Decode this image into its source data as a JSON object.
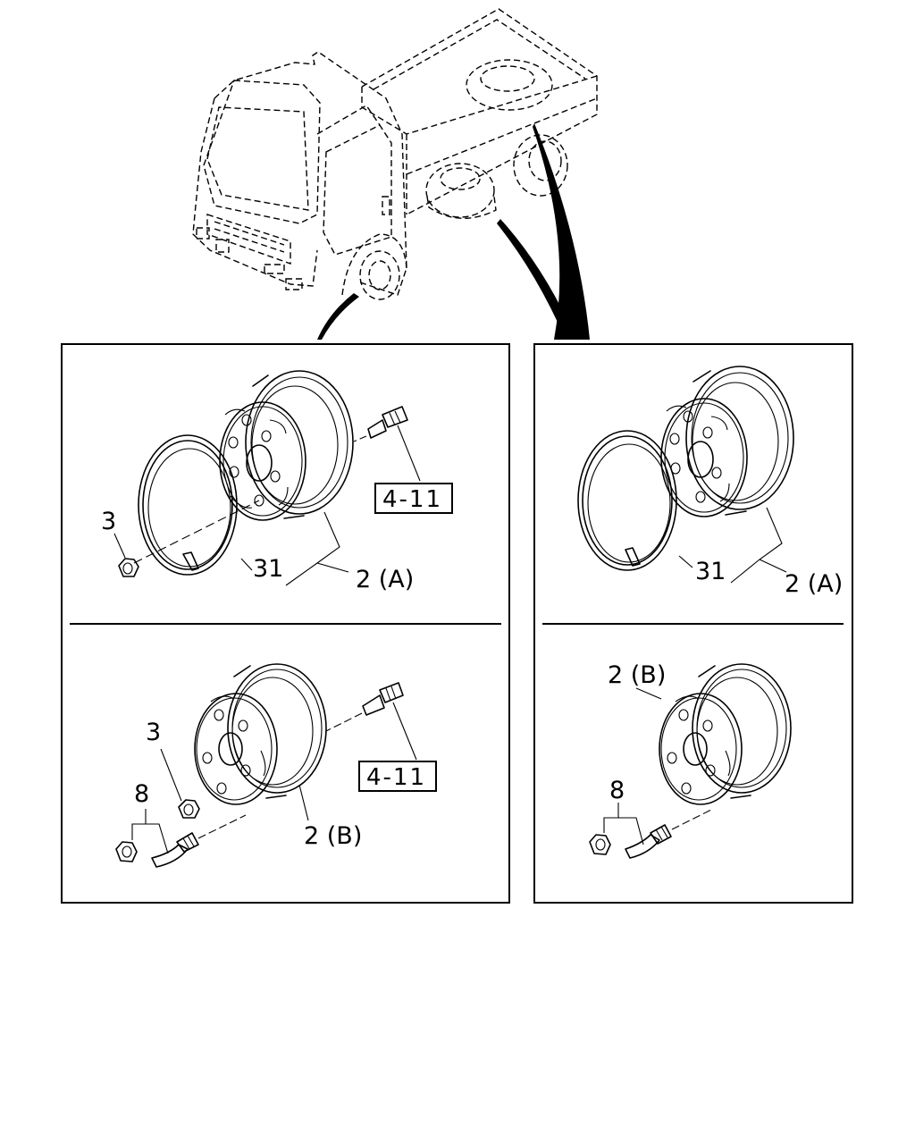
{
  "labels": {
    "tl_nut": "3",
    "tl_ring": "31",
    "tl_wheel": "2 (A)",
    "tl_ref": "4-11",
    "bl_nut": "3",
    "bl_valve": "8",
    "bl_wheel": "2 (B)",
    "bl_ref": "4-11",
    "tr_ring": "31",
    "tr_wheel": "2 (A)",
    "br_wheel": "2 (B)",
    "br_valve": "8"
  }
}
